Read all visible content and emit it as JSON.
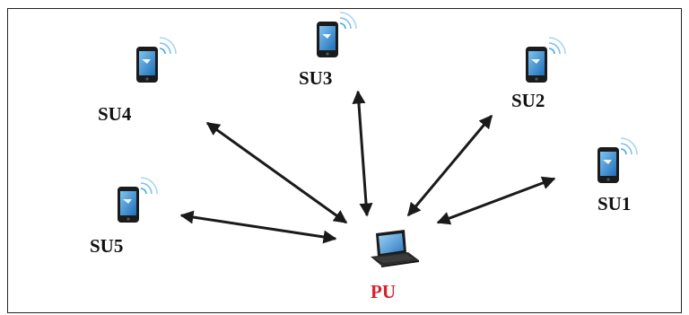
{
  "diagram": {
    "nodes": [
      {
        "id": "su1",
        "label": "SU1",
        "icon": "smartphone-icon"
      },
      {
        "id": "su2",
        "label": "SU2",
        "icon": "smartphone-icon"
      },
      {
        "id": "su3",
        "label": "SU3",
        "icon": "smartphone-icon"
      },
      {
        "id": "su4",
        "label": "SU4",
        "icon": "smartphone-icon"
      },
      {
        "id": "su5",
        "label": "SU5",
        "icon": "smartphone-icon"
      },
      {
        "id": "pu",
        "label": "PU",
        "icon": "laptop-icon",
        "color": "#d8202a"
      }
    ],
    "edges": [
      {
        "from": "pu",
        "to": "su1",
        "type": "bidirectional"
      },
      {
        "from": "pu",
        "to": "su2",
        "type": "bidirectional"
      },
      {
        "from": "pu",
        "to": "su3",
        "type": "bidirectional"
      },
      {
        "from": "pu",
        "to": "su4",
        "type": "bidirectional"
      },
      {
        "from": "pu",
        "to": "su5",
        "type": "bidirectional"
      }
    ]
  }
}
